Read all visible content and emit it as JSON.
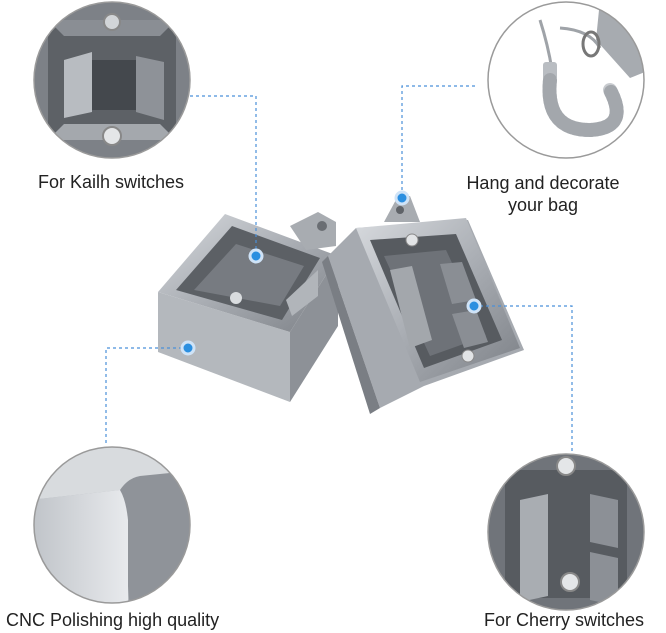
{
  "features": {
    "kailh": {
      "label": "For Kailh switches"
    },
    "hang": {
      "label_line1": "Hang and decorate",
      "label_line2": "your bag"
    },
    "cnc": {
      "label": "CNC Polishing high quality"
    },
    "cherry": {
      "label": "For Cherry switches"
    }
  },
  "colors": {
    "accent_dot": "#2b8fe0",
    "leader_line": "#4a90d9",
    "circle_border": "#9a9a9a",
    "metal_light": "#c9cdd2",
    "metal_mid": "#9ea3a9",
    "metal_dark": "#5e6267"
  }
}
